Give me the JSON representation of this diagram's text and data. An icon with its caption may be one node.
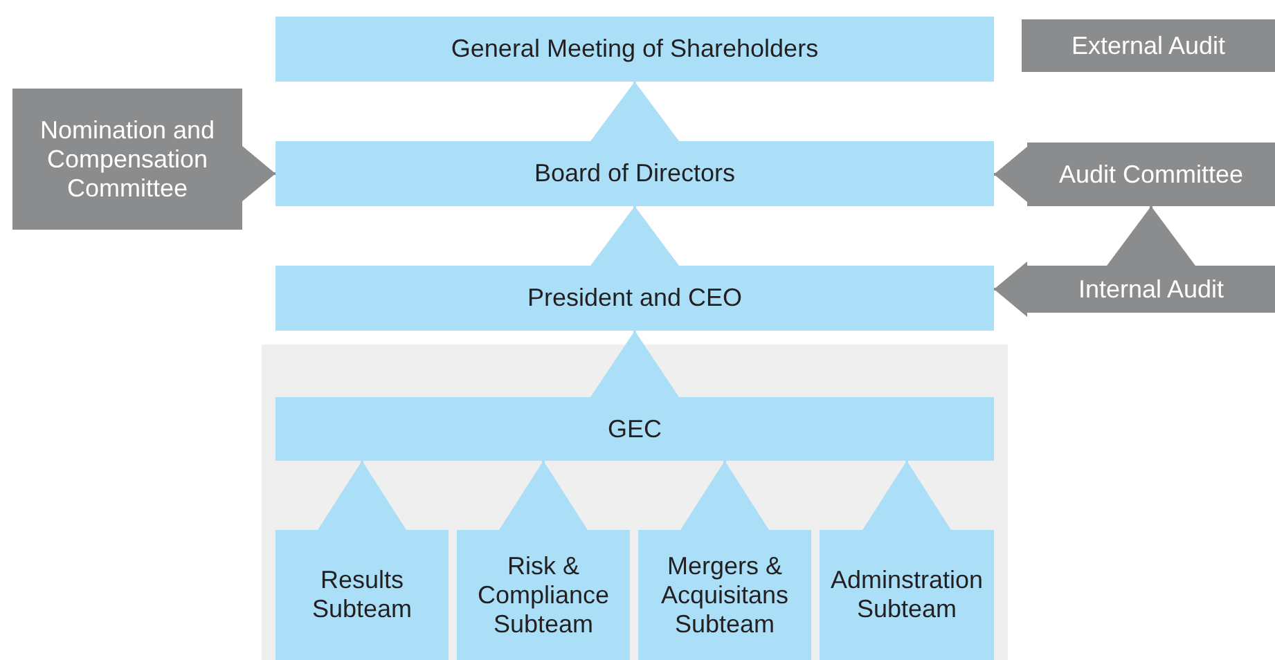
{
  "diagram": {
    "nodes": [
      {
        "text": [
          "General Meeting of Shareholders"
        ]
      },
      {
        "text": [
          "External Audit"
        ]
      },
      {
        "text": [
          "Nomination and Compensation Committee"
        ]
      },
      {
        "text": [
          "Board of Directors"
        ]
      },
      {
        "text": [
          "Audit Committee"
        ]
      },
      {
        "text": [
          "President and CEO"
        ]
      },
      {
        "text": [
          "Internal Audit"
        ]
      },
      {
        "text": [],
        "shape": "box"
      },
      {
        "text": [
          "GEC"
        ],
        "in": 7
      },
      {
        "text": [
          "Results Subteam"
        ],
        "in": 7
      },
      {
        "text": [
          "Risk & Compliance Subteam"
        ],
        "in": 7
      },
      {
        "text": [
          "Mergers & Acquisitans Subteam"
        ],
        "in": 7
      },
      {
        "text": [
          "Adminstration Subteam"
        ],
        "in": 7
      }
    ],
    "edges": [
      {
        "from": 3,
        "to": 0,
        "arrow": "to"
      },
      {
        "from": 2,
        "to": 3,
        "arrow": "to",
        "color": "#8a8c8e"
      },
      {
        "from": 4,
        "to": 3,
        "arrow": "to",
        "color": "#8a8c8e"
      },
      {
        "from": 5,
        "to": 3,
        "arrow": "to"
      },
      {
        "from": 6,
        "to": 5,
        "arrow": "to",
        "color": "#8a8c8e"
      },
      {
        "from": 6,
        "to": 4,
        "arrow": "to",
        "color": "#8a8c8e"
      },
      {
        "from": 8,
        "to": 5,
        "arrow": "to"
      },
      {
        "from": 9,
        "to": 8,
        "arrow": "to"
      },
      {
        "from": 10,
        "to": 8,
        "arrow": "to"
      },
      {
        "from": 11,
        "to": 8,
        "arrow": "to"
      },
      {
        "from": 12,
        "to": 8,
        "arrow": "to"
      }
    ]
  }
}
